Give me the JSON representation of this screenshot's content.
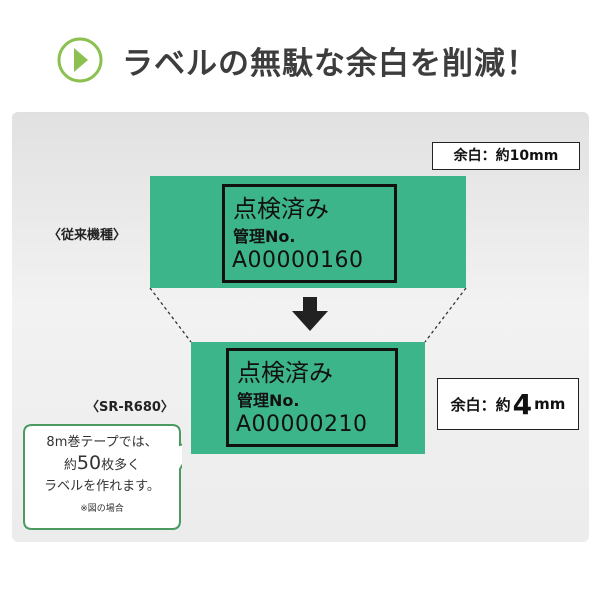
{
  "header": {
    "title": "ラベルの無駄な余白を削減！",
    "icon": "chevron-right-icon",
    "accent_color": "#8cc152"
  },
  "comparison": {
    "old": {
      "model": "〈従来機種〉",
      "margin": "余白：約10mm",
      "label_line1": "点検済み",
      "label_line2": "管理No.",
      "label_line3": "A00000160"
    },
    "new": {
      "model": "〈SR-R680〉",
      "margin_prefix": "余白：約",
      "margin_value": "4",
      "margin_unit": "mm",
      "label_line1": "点検済み",
      "label_line2": "管理No.",
      "label_line3": "A00000210"
    },
    "tape_color": "#3db58b",
    "arrow_icon": "arrow-down-icon"
  },
  "bubble": {
    "line1": "8m巻テープでは、",
    "line2_prefix": "約",
    "line2_big": "50",
    "line2_suffix": "枚多く",
    "line3": "ラベルを作れます。",
    "note": "※図の場合",
    "border_color": "#4a9a62"
  }
}
